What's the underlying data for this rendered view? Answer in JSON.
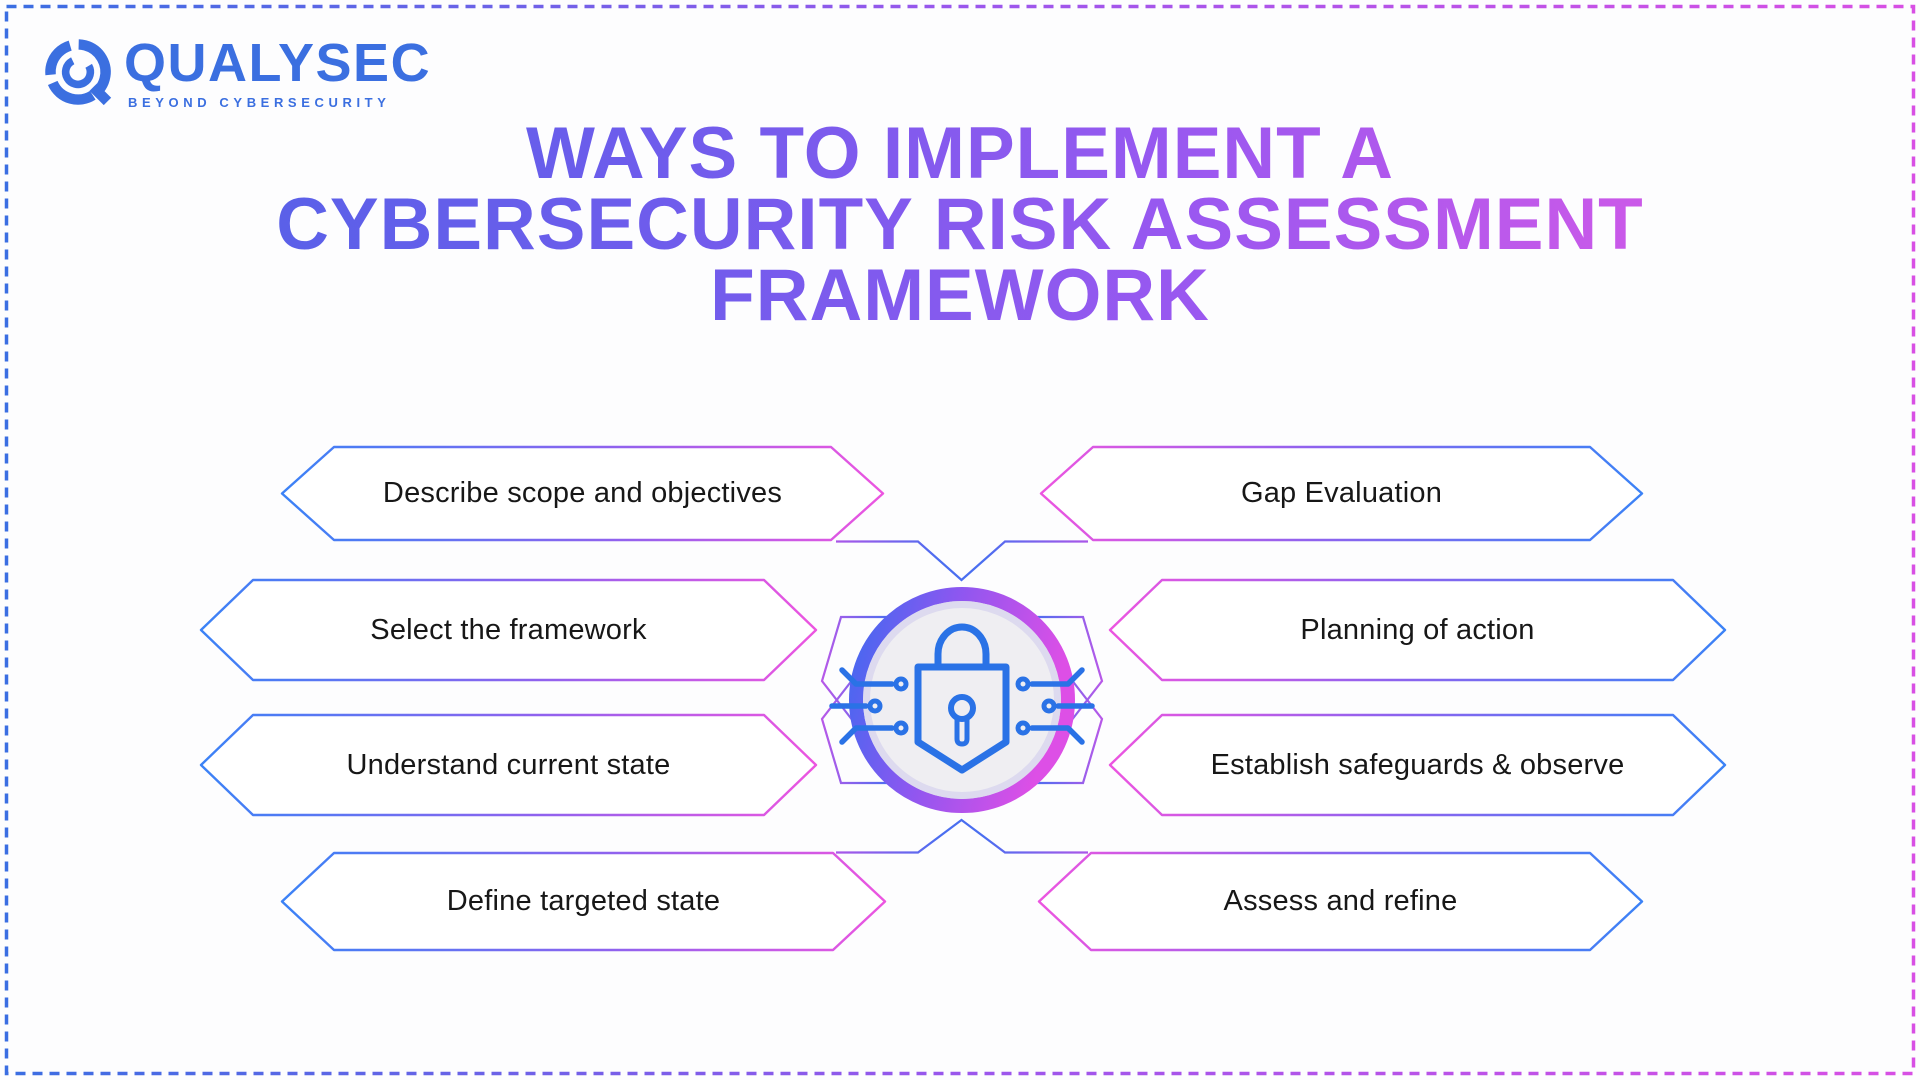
{
  "logo": {
    "brand": "QUALYSEC",
    "tagline": "BEYOND CYBERSECURITY"
  },
  "title": {
    "line1": "WAYS TO IMPLEMENT A",
    "line2": "CYBERSECURITY RISK ASSESSMENT",
    "line3": "FRAMEWORK"
  },
  "steps": {
    "left": [
      "Describe scope and objectives",
      "Select the framework",
      "Understand current state",
      "Define targeted state"
    ],
    "right": [
      "Gap Evaluation",
      "Planning of action",
      "Establish safeguards & observe",
      "Assess and refine"
    ]
  },
  "icons": {
    "center": "padlock-circuit-icon",
    "logo_mark": "stylized-q-ring-icon"
  },
  "colors": {
    "brand_blue": "#3b6fe0",
    "accent_blue": "#3b82f6",
    "accent_purple": "#8f5cf0",
    "accent_magenta": "#e455e2",
    "lock_blue": "#2a72e6",
    "emblem_fill": "#efeef2",
    "text_dark": "#171717",
    "background": "#fdfdfe"
  }
}
